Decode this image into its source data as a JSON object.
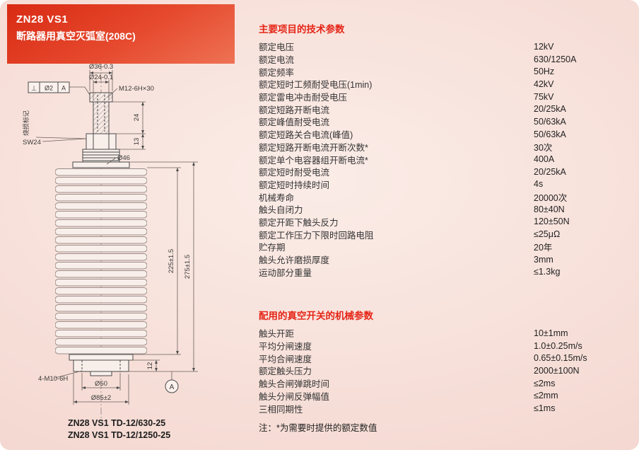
{
  "header": {
    "line1": "ZN28 VS1",
    "line2": "断路器用真空灭弧室(208C)"
  },
  "sections": [
    {
      "title": "主要项目的技术参数",
      "rows": [
        {
          "label": "额定电压",
          "value": "12kV"
        },
        {
          "label": "额定电流",
          "value": "630/1250A"
        },
        {
          "label": "额定频率",
          "value": "50Hz"
        },
        {
          "label": "额定短时工频耐受电压(1min)",
          "value": "42kV"
        },
        {
          "label": "额定雷电冲击耐受电压",
          "value": "75kV"
        },
        {
          "label": "额定短路开断电流",
          "value": "20/25kA"
        },
        {
          "label": "额定峰值耐受电流",
          "value": "50/63kA"
        },
        {
          "label": "额定短路关合电流(峰值)",
          "value": "50/63kA"
        },
        {
          "label": "额定短路开断电流开断次数*",
          "value": "30次"
        },
        {
          "label": "额定单个电容器组开断电流*",
          "value": "400A"
        },
        {
          "label": "额定短时耐受电流",
          "value": "20/25kA"
        },
        {
          "label": "额定短时持续时间",
          "value": "4s"
        },
        {
          "label": "机械寿命",
          "value": "20000次"
        },
        {
          "label": "触头自闭力",
          "value": "80±40N"
        },
        {
          "label": "额定开距下触头反力",
          "value": "120±50N"
        },
        {
          "label": "额定工作压力下限时回路电阻",
          "value": "≤25μΩ"
        },
        {
          "label": "贮存期",
          "value": "20年"
        },
        {
          "label": "触头允许磨损厚度",
          "value": "3mm"
        },
        {
          "label": "运动部分重量",
          "value": "≤1.3kg"
        }
      ]
    },
    {
      "title": "配用的真空开关的机械参数",
      "rows": [
        {
          "label": "触头开距",
          "value": "10±1mm"
        },
        {
          "label": "平均分闸速度",
          "value": "1.0±0.25m/s"
        },
        {
          "label": "平均合闸速度",
          "value": "0.65±0.15m/s"
        },
        {
          "label": "额定触头压力",
          "value": "2000±100N"
        },
        {
          "label": "触头合闸弹跳时间",
          "value": "≤2ms"
        },
        {
          "label": "触头分闸反弹幅值",
          "value": "≤2mm"
        },
        {
          "label": "三相同期性",
          "value": "≤1ms"
        }
      ]
    }
  ],
  "note": "注：*为需要时提供的额定数值",
  "drawing": {
    "gdt": {
      "symbol": "⊥",
      "tolerance": "Ø2",
      "datum": "A"
    },
    "labels": {
      "dia36": "Ø36-0.3",
      "dia24": "Ø24-0.1",
      "thread": "M12-6H×30",
      "dim24": "24",
      "dim13": "13",
      "sw24": "SW24",
      "burn_mark": "烧损标记",
      "dia46": "Ø46",
      "dim275": "275±1.5",
      "dim225": "225±1.5",
      "dim12": "12",
      "holes": "4-M10-6H",
      "dia50": "Ø50",
      "dia85": "Ø85±2",
      "datum": "A"
    },
    "models": [
      "ZN28 VS1 TD-12/630-25",
      "ZN28 VS1 TD-12/1250-25"
    ]
  }
}
